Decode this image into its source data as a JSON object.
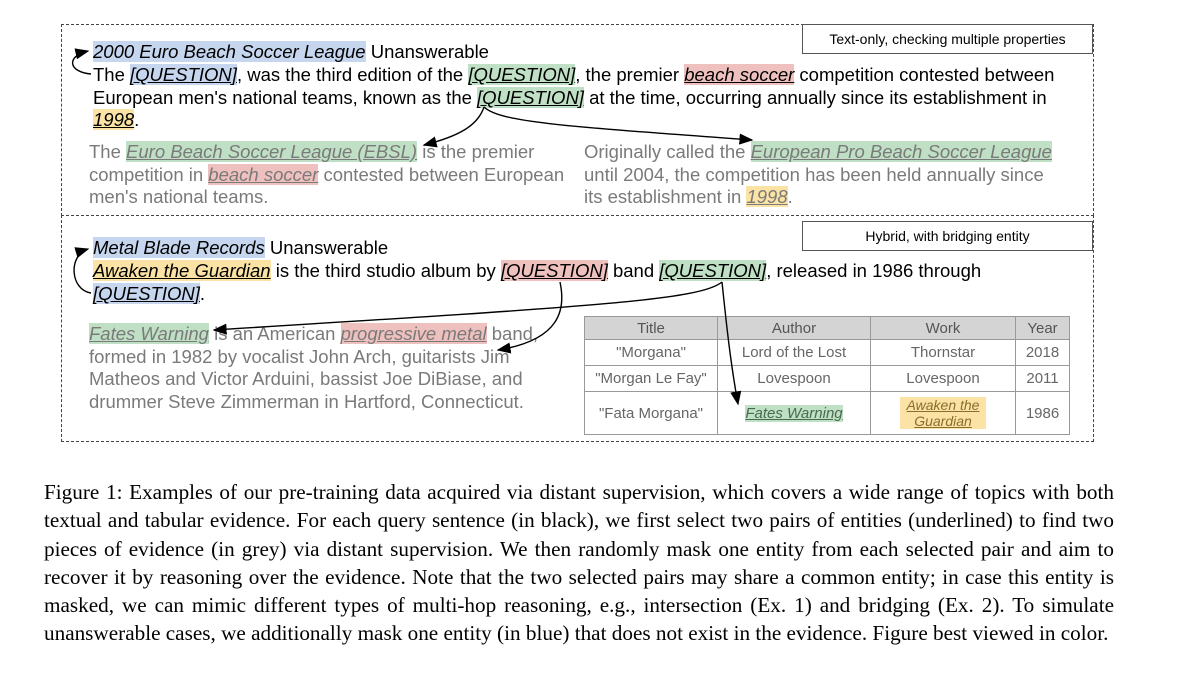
{
  "example1": {
    "tag": "Text-only, checking multiple properties",
    "unanswerable_entity": "2000 Euro Beach Soccer League",
    "unanswerable_label": "Unanswerable",
    "query_lines": [
      {
        "t1": "The ",
        "q1": "[QUESTION]",
        "t2": ", was the third edition of the ",
        "q2": "[QUESTION]",
        "t3": ", the premier ",
        "e1": "beach soccer",
        "t4": " competition contested between"
      },
      {
        "t1": "European men's national teams, known as the ",
        "q1": "[QUESTION]",
        "t2": " at the time, occurring annually since its establishment in"
      },
      {
        "e1": "1998",
        "t1": "."
      }
    ],
    "evidence_left": {
      "l1_a": "The ",
      "l1_e": "Euro Beach Soccer League (EBSL)",
      "l1_b": " is the premier",
      "l2_a": "competition in ",
      "l2_e": "beach soccer",
      "l2_b": " contested between European",
      "l3": "men's national teams."
    },
    "evidence_right": {
      "l1_a": "Originally called the ",
      "l1_e": "European Pro Beach Soccer League",
      "l2": "until 2004, the competition has been held annually since",
      "l3_a": "its establishment in ",
      "l3_e": "1998",
      "l3_b": "."
    }
  },
  "example2": {
    "tag": "Hybrid, with bridging entity",
    "unanswerable_entity": "Metal Blade Records",
    "unanswerable_label": "Unanswerable",
    "query_lines": [
      {
        "e1": "Awaken the Guardian",
        "t1": " is the third studio album by ",
        "q1": "[QUESTION]",
        "t2": " band ",
        "q2": "[QUESTION]",
        "t3": ", released in 1986 through"
      },
      {
        "q1": "[QUESTION]",
        "t1": "."
      }
    ],
    "evidence_text": {
      "l1_e": "Fates Warning",
      "l1_a": " is an American ",
      "l1_e2": "progressive metal",
      "l1_b": " band,",
      "l2": "formed in 1982 by vocalist John Arch, guitarists Jim",
      "l3": "Matheos and Victor Arduini, bassist Joe DiBiase, and",
      "l4": "drummer Steve Zimmerman in Hartford, Connecticut."
    },
    "table": {
      "headers": [
        "Title",
        "Author",
        "Work",
        "Year"
      ],
      "rows": [
        [
          "\"Morgana\"",
          "Lord of the Lost",
          "Thornstar",
          "2018"
        ],
        [
          "\"Morgan Le Fay\"",
          "Lovespoon",
          "Lovespoon",
          "2011"
        ],
        [
          "\"Fata Morgana\"",
          "Fates Warning",
          "Awaken the Guardian",
          "1986"
        ]
      ]
    }
  },
  "caption": "Figure 1: Examples of our pre-training data acquired via distant supervision, which covers a wide range of topics with both textual and tabular evidence. For each query sentence (in black), we first select two pairs of entities (underlined) to find two pieces of evidence (in grey) via distant supervision. We then randomly mask one entity from each selected pair and aim to recover it by reasoning over the evidence. Note that the two selected pairs may share a common entity; in case this entity is masked, we can mimic different types of multi-hop reasoning, e.g., intersection (Ex. 1) and bridging (Ex. 2). To simulate unanswerable cases, we additionally mask one entity (in blue) that does not exist in the evidence. Figure best viewed in color."
}
